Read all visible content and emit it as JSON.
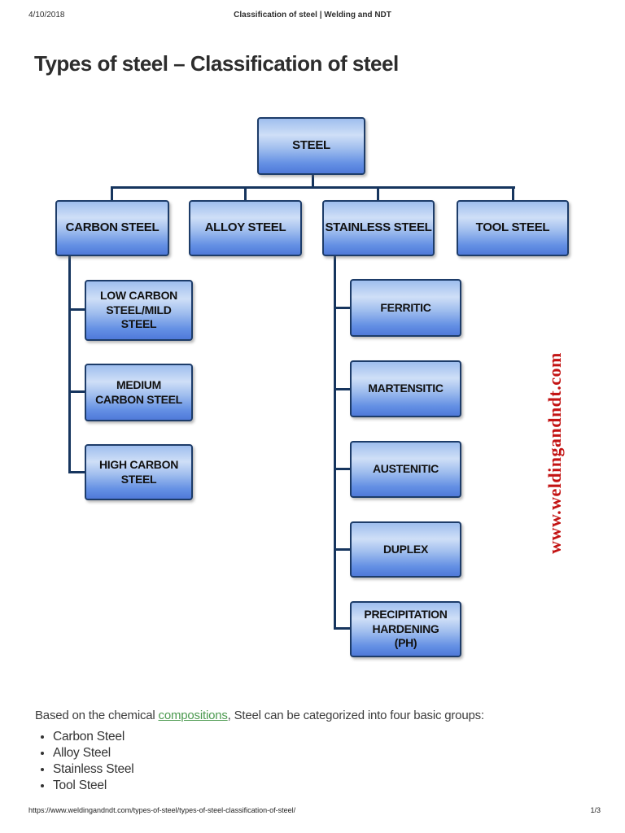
{
  "header": {
    "date": "4/10/2018",
    "doc_title": "Classification of steel | Welding and NDT"
  },
  "title": "Types of steel – Classification of steel",
  "diagram": {
    "root": {
      "label": "STEEL"
    },
    "level2": [
      {
        "label": "CARBON STEEL"
      },
      {
        "label": "ALLOY STEEL"
      },
      {
        "label": "STAINLESS STEEL"
      },
      {
        "label": "TOOL STEEL"
      }
    ],
    "carbon_children": [
      {
        "label": "LOW CARBON\nSTEEL/MILD\nSTEEL"
      },
      {
        "label": "MEDIUM\nCARBON STEEL"
      },
      {
        "label": "HIGH CARBON\nSTEEL"
      }
    ],
    "stainless_children": [
      {
        "label": "FERRITIC"
      },
      {
        "label": "MARTENSITIC"
      },
      {
        "label": "AUSTENITIC"
      },
      {
        "label": "DUPLEX"
      },
      {
        "label": "PRECIPITATION\nHARDENING\n(PH)"
      }
    ],
    "watermark": "www.weldingandndt.com",
    "colors": {
      "box_border": "#1d3c69",
      "connector": "#16355e",
      "box_fill_top": "#9fbeee",
      "box_fill_light": "#cfdff7",
      "box_fill_bottom": "#4f79d9",
      "watermark_red": "#c31313"
    }
  },
  "body": {
    "intro": {
      "before": "Based on the chemical ",
      "link": "compositions",
      "after": ", Steel can be categorized into four basic groups:"
    },
    "bullets": [
      {
        "label": "Carbon Steel"
      },
      {
        "label": "Alloy Steel"
      },
      {
        "label": "Stainless Steel"
      },
      {
        "label": "Tool Steel"
      }
    ],
    "link_color": "#4c9a50"
  },
  "footer": {
    "url": "https://www.weldingandndt.com/types-of-steel/types-of-steel-classification-of-steel/",
    "page_indicator": "1/3"
  }
}
